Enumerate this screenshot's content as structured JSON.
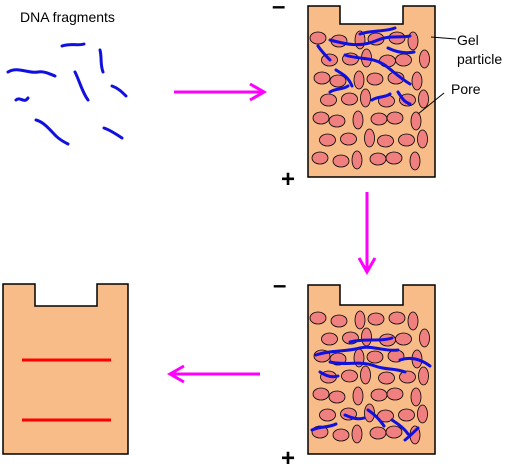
{
  "labels": {
    "dna_fragments": "DNA fragments",
    "gel": "Gel",
    "particle": "particle",
    "pore": "Pore",
    "minus_top": "–",
    "plus_top": "+",
    "minus_bottom": "–",
    "plus_bottom": "+"
  },
  "colors": {
    "gel_fill": "#F7BC87",
    "particle_fill": "#F08080",
    "dna_strand": "#1010E0",
    "arrow": "#FF00FF",
    "band": "#FF0000",
    "outline": "#000000"
  }
}
